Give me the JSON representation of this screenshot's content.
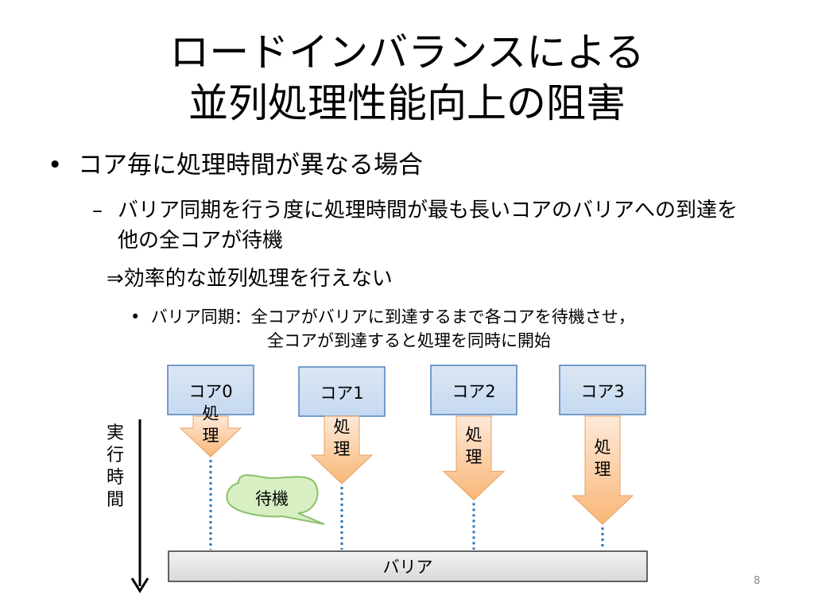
{
  "title": [
    "ロードインバランスによる",
    "並列処理性能向上の阻害"
  ],
  "bullets": {
    "level1": "コア毎に処理時間が異なる場合",
    "level2_dash": "–",
    "level2": "バリア同期を行う度に処理時間が最も長いコアのバリアへの到達を他の全コアが待機",
    "conclusion": "⇒効率的な並列処理を行えない",
    "level3_term": "バリア同期：",
    "level3": "全コアがバリアに到達するまで各コアを待機させ，",
    "level3_cont": "全コアが到達すると処理を同時に開始"
  },
  "diagram": {
    "axis_label": [
      "実",
      "行",
      "時",
      "間"
    ],
    "cores": [
      {
        "label": "コア0",
        "process": [
          "処",
          "理"
        ],
        "duration": 0.3
      },
      {
        "label": "コア1",
        "process": [
          "処",
          "理"
        ],
        "duration": 0.5
      },
      {
        "label": "コア2",
        "process": [
          "処",
          "理"
        ],
        "duration": 0.62
      },
      {
        "label": "コア3",
        "process": [
          "処",
          "理"
        ],
        "duration": 0.8
      }
    ],
    "wait_label": "待機",
    "barrier_label": "バリア",
    "colors": {
      "core_fill": "#c5d9f1",
      "core_stroke": "#4f81bd",
      "arrow_top": "#fde9d9",
      "arrow_bottom": "#f9b777",
      "arrow_stroke": "#e8a060",
      "bubble_fill": "#d7efc3",
      "bubble_stroke": "#8cc06a",
      "dotted": "#2e75b6",
      "barrier_fill": "#d9d9d9"
    }
  },
  "page_number": "8"
}
